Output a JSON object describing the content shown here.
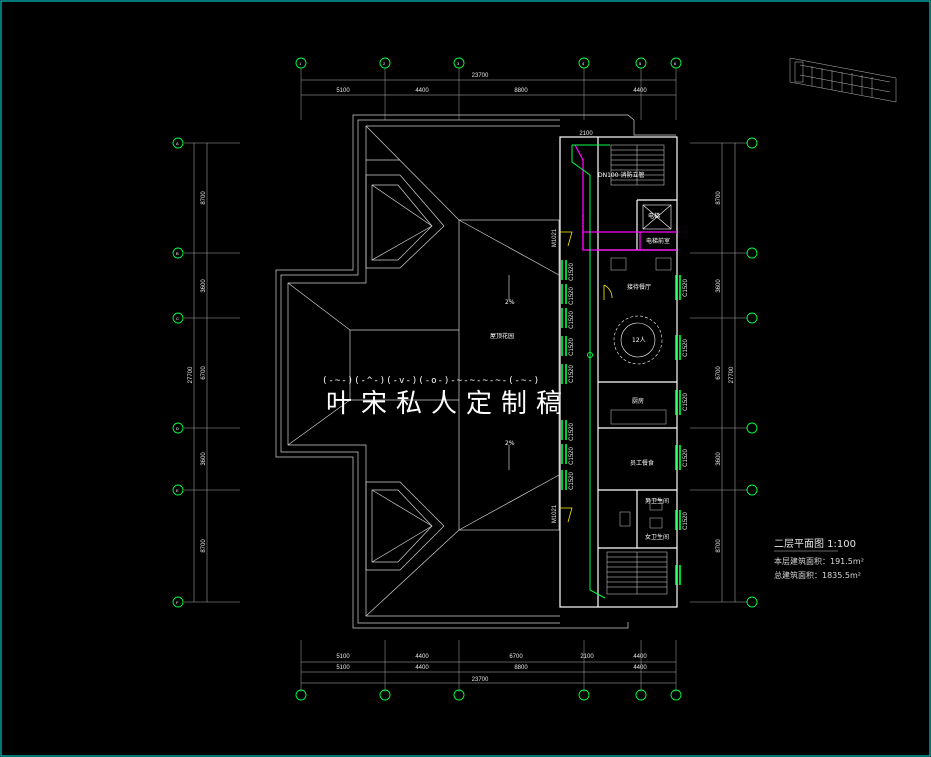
{
  "colors": {
    "background": "#000000",
    "frame": "#00c8c8",
    "wall": "#ffffff",
    "roof": "#d0d0d0",
    "grid_bubble": "#00ff44",
    "pipe_magenta": "#ff00ff",
    "pipe_green": "#00ff44",
    "window": "#00ff44",
    "door": "#ffee00"
  },
  "dims": {
    "top_total": "23700",
    "top_segments": [
      "5100",
      "4400",
      "8800",
      "4400"
    ],
    "bottom_row1": [
      "5100",
      "4400",
      "6700",
      "2100",
      "4400"
    ],
    "bottom_row2": [
      "5100",
      "4400",
      "8800",
      "4400"
    ],
    "bottom_total": "23700",
    "left_total": "27700",
    "left_segments": [
      "8700",
      "3600",
      "6700",
      "3600",
      "8700"
    ],
    "right_total": "27700",
    "right_segments": [
      "8700",
      "3600",
      "6700",
      "3600",
      "8700"
    ],
    "top_short": "2100",
    "window_codes": [
      "C1520",
      "C1520",
      "C1520",
      "C1520",
      "C1520",
      "C1520",
      "C1520",
      "C1520"
    ],
    "door_code_upper": "M1021",
    "door_code_lower": "M1021",
    "right_window_codes": [
      "C1520",
      "C1520",
      "C1520",
      "C1520",
      "C1520"
    ]
  },
  "rooms": {
    "dining_hall": "接待餐厅",
    "round_table": "12人",
    "kitchen": "厨房",
    "staff_dining": "员工餐食",
    "male_wc": "男卫生间",
    "female_wc": "女卫生间",
    "elevator_hall": "电梯前室",
    "elevator": "电梯",
    "roof_garden": "屋顶花园",
    "slope_top": "2%",
    "slope_bottom": "2%",
    "pipe_note": "DN100 消防立管"
  },
  "watermark": {
    "main": "叶宋私人定制稿",
    "small": "(-~-)(-^-)(-v-)(-o-)-~-~-~-~-(-~-)"
  },
  "title_block": {
    "title": "二层平面图 1:100",
    "area1": "本层建筑面积：191.5m²",
    "area2": "总建筑面积：1835.5m²"
  },
  "grid_labels": {
    "top": [
      "1",
      "2",
      "3",
      "4",
      "5",
      "6"
    ],
    "left": [
      "A",
      "B",
      "C",
      "D",
      "E",
      "F"
    ]
  }
}
